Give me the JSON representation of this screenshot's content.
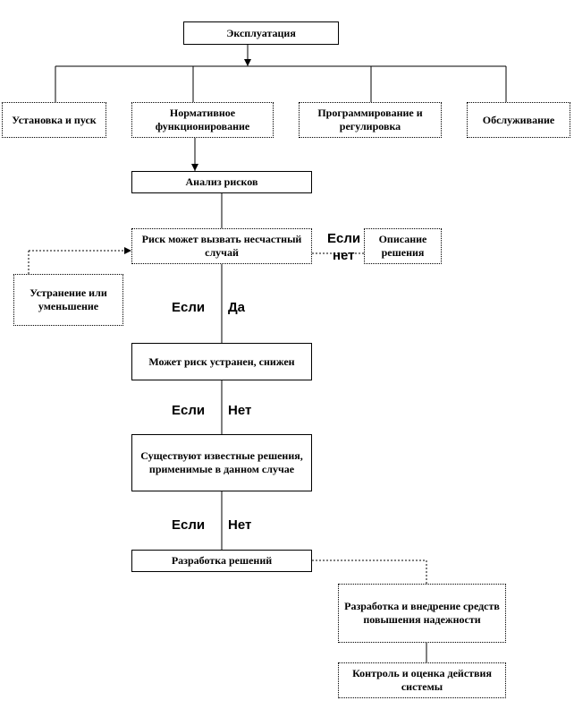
{
  "nodes": {
    "exploitation": "Эксплуатация",
    "install": "Установка и пуск",
    "normal": "Нормативное функционирование",
    "programming": "Программирование и регулировка",
    "service": "Обслуживание",
    "risk_analysis": "Анализ рисков",
    "risk_accident": "Риск может вызвать несчастный случай",
    "solution_desc": "Описание решения",
    "elimination": "Устранение или уменьшение",
    "can_eliminate": "Может риск устранен, снижен",
    "known_solutions": "Существуют известные решения, применимые в данном случае",
    "develop_solutions": "Разработка решений",
    "reliability": "Разработка и внедрение средств повышения надежности",
    "control": "Контроль и оценка действия системы"
  },
  "labels": {
    "if_1": "Если",
    "no_1": "нет",
    "if_2": "Если",
    "yes_2": "Да",
    "if_3": "Если",
    "no_3": "Нет",
    "if_4": "Если",
    "no_4": "Нет"
  }
}
